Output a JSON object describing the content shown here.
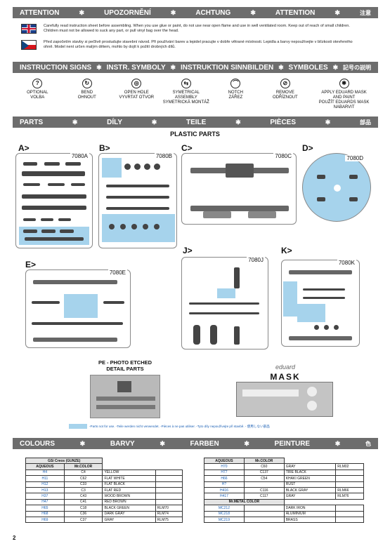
{
  "attention_bar": {
    "labels": [
      "ATTENTION",
      "UPOZORNĚNÍ",
      "ACHTUNG",
      "ATTENTION",
      "注意"
    ],
    "separator": "✱"
  },
  "warnings": {
    "english": "Carefully read instruction sheet before assembling. When you use glue or paint, do not use near open flame and use in well ventilated room. Keep out of reach of small children. Children must not be allowed to suck any part, or pull vinyl bag over the head.",
    "czech": "Před započetím stavby si pečlivě prostudujte stavební návod. Při používání barev a lepidel pracujte v dobře větrané místnosti. Lepidla a barvy nepoužívejte v blízkosti otevřeného ohně. Model není určen malým dětem, mohlo by dojít k požití drobných dílů."
  },
  "signs_bar": {
    "labels": [
      "INSTRUCTION SIGNS",
      "INSTR. SYMBOLY",
      "INSTRUKTION SINNBILDEN",
      "SYMBOLES",
      "記号の説明"
    ],
    "separator": "✱"
  },
  "signs": [
    {
      "label": "OPTIONAL\nVOLBA",
      "icon": "?"
    },
    {
      "label": "BEND\nOHNOUT",
      "icon": "↻"
    },
    {
      "label": "OPEN HOLE\nVYVRTAT OTVOR",
      "icon": "◎"
    },
    {
      "label": "SYMETRICAL ASSEMBLY\nSYMETRICKÁ MONTÁŽ",
      "icon": "⇆"
    },
    {
      "label": "NOTCH\nZÁŘEZ",
      "icon": "⌒"
    },
    {
      "label": "REMOVE\nODŘÍZNOUT",
      "icon": "⊘"
    },
    {
      "label": "APPLY EDUARD MASK\nAND PAINT\nPOUŽÍT EDUARDS MASK\nNABARVIT",
      "icon": "✱"
    }
  ],
  "parts_bar": {
    "labels": [
      "PARTS",
      "DÍLY",
      "TEILE",
      "PIÈCES",
      "部品"
    ],
    "separator": "✱"
  },
  "plastic_parts_title": "PLASTIC PARTS",
  "sprues": {
    "A": {
      "letter": "A>",
      "code": "7080A"
    },
    "B": {
      "letter": "B>",
      "code": "7080B"
    },
    "C": {
      "letter": "C>",
      "code": "7080C"
    },
    "D": {
      "letter": "D>",
      "code": "7080D"
    },
    "E": {
      "letter": "E>",
      "code": "7080E"
    },
    "J": {
      "letter": "J>",
      "code": "7080J"
    },
    "K": {
      "letter": "K>",
      "code": "7080K"
    }
  },
  "pe_title": "PE - PHOTO ETCHED\nDETAIL PARTS",
  "mask_title": "MASK",
  "mask_brand": "eduard",
  "not_for_use_note": "-Parts not for use. -Teile werden nicht verwendet. -Pièces à ne pas utiliser. -Tyto díly nepoužívejte při stavbě. - 使用しない部品",
  "colours_bar": {
    "labels": [
      "COLOURS",
      "BARVY",
      "FARBEN",
      "PEINTURE",
      "色"
    ],
    "separator": "✱"
  },
  "colour_table_left": {
    "brand_header": "GSi Creos (GUNZE)",
    "col_aqueous": "AQUEOUS",
    "col_mrcolor": "Mr.COLOR",
    "rows": [
      {
        "aqueous": "H4",
        "mr": "C4",
        "name": "YELLOW",
        "rlm": ""
      },
      {
        "aqueous": "H11",
        "mr": "C62",
        "name": "FLAT WHITE",
        "rlm": ""
      },
      {
        "aqueous": "H12",
        "mr": "C33",
        "name": "FLAT BLACK",
        "rlm": ""
      },
      {
        "aqueous": "H13",
        "mr": "C3",
        "name": "FLAT RED",
        "rlm": ""
      },
      {
        "aqueous": "H37",
        "mr": "C43",
        "name": "WOOD BROWN",
        "rlm": ""
      },
      {
        "aqueous": "H47",
        "mr": "C41",
        "name": "RED BROWN",
        "rlm": ""
      },
      {
        "aqueous": "H65",
        "mr": "C18",
        "name": "BLACK GREEN",
        "rlm": "RLM70"
      },
      {
        "aqueous": "H68",
        "mr": "C36",
        "name": "DARK GRAY",
        "rlm": "RLM74"
      },
      {
        "aqueous": "H69",
        "mr": "C37",
        "name": "GRAY",
        "rlm": "RLM75"
      }
    ]
  },
  "colour_table_right": {
    "col_aqueous": "AQUEOUS",
    "col_mrcolor": "Mr.COLOR",
    "rows": [
      {
        "aqueous": "H70",
        "mr": "C60",
        "name": "GRAY",
        "rlm": "RLM02"
      },
      {
        "aqueous": "H77",
        "mr": "C137",
        "name": "TIRE BLACK",
        "rlm": ""
      },
      {
        "aqueous": "H66",
        "mr": "C54",
        "name": "KHAKI GREEN",
        "rlm": ""
      },
      {
        "aqueous": "H?",
        "mr": "",
        "name": "RUST",
        "rlm": ""
      },
      {
        "aqueous": "H416",
        "mr": "C116",
        "name": "BLACK GRAY",
        "rlm": "RLM66"
      },
      {
        "aqueous": "H417",
        "mr": "C117",
        "name": "GRAY",
        "rlm": "RLM76"
      }
    ],
    "metal_header": "Mr.METAL COLOR",
    "metal_rows": [
      {
        "code": "MC212",
        "name": "DARK IRON"
      },
      {
        "code": "MC218",
        "name": "ALUMINIUM"
      },
      {
        "code": "MC219",
        "name": "BRASS"
      }
    ]
  },
  "page_number": "2"
}
